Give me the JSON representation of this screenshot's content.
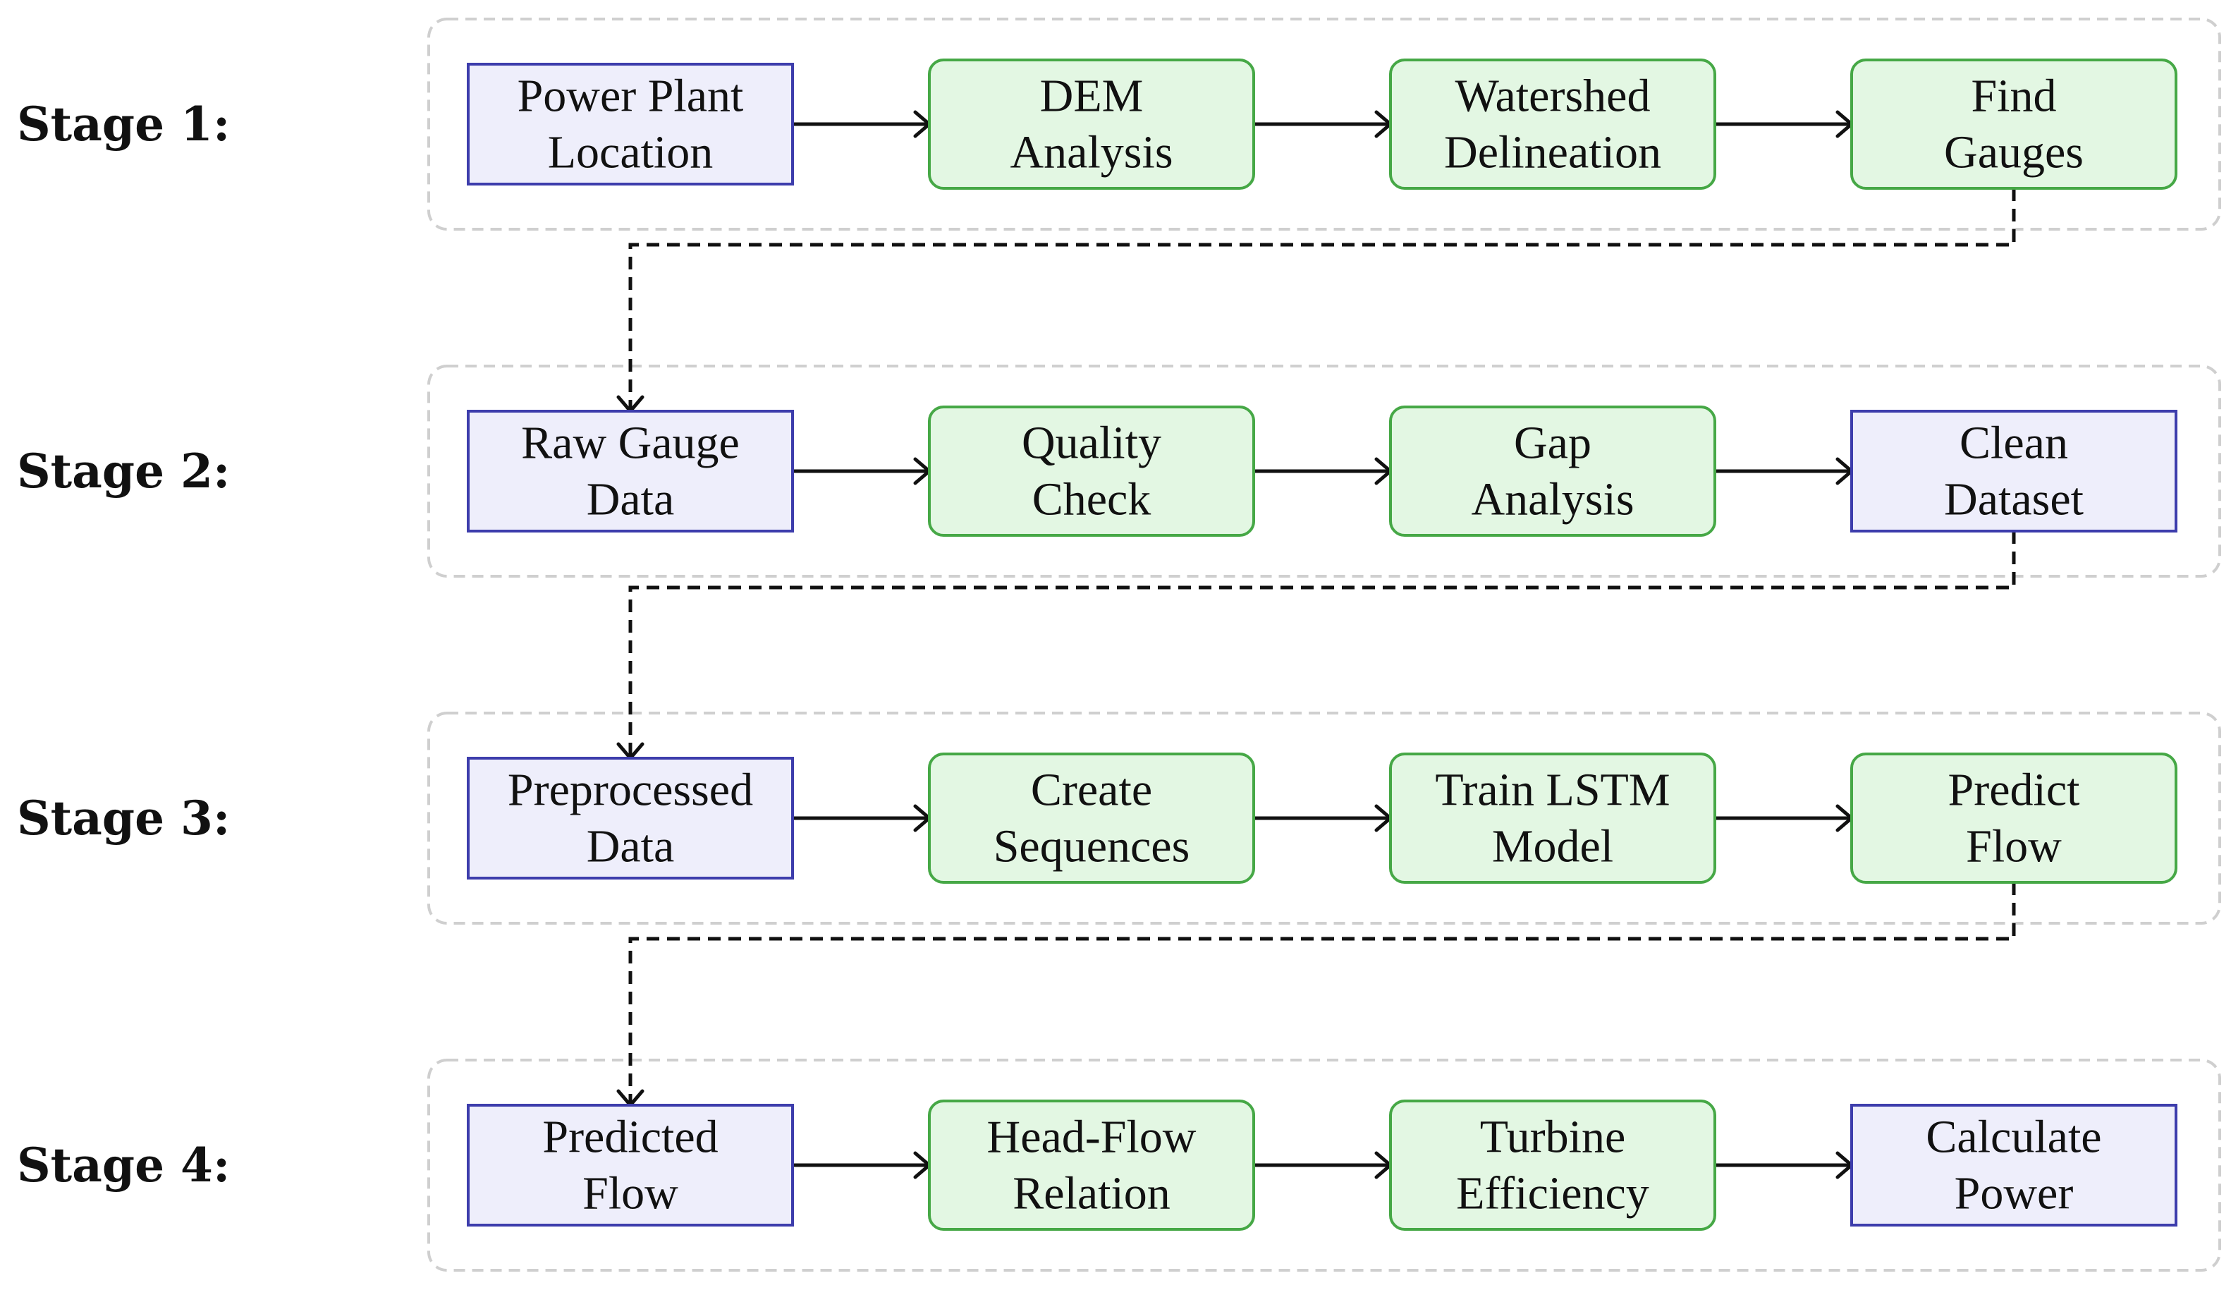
{
  "colors": {
    "process_fill": "#eeeefb",
    "process_stroke": "#3d3dac",
    "step_fill": "#e3f7e3",
    "step_stroke": "#46a846",
    "frame_stroke": "#cfcfcf",
    "arrow": "#111111"
  },
  "stages": [
    {
      "label": "Stage 1:",
      "nodes": [
        {
          "lines": [
            "Power Plant",
            "Location"
          ],
          "style": "blue"
        },
        {
          "lines": [
            "DEM",
            "Analysis"
          ],
          "style": "green"
        },
        {
          "lines": [
            "Watershed",
            "Delineation"
          ],
          "style": "green"
        },
        {
          "lines": [
            "Find",
            "Gauges"
          ],
          "style": "green"
        }
      ]
    },
    {
      "label": "Stage 2:",
      "nodes": [
        {
          "lines": [
            "Raw Gauge",
            "Data"
          ],
          "style": "blue"
        },
        {
          "lines": [
            "Quality",
            "Check"
          ],
          "style": "green"
        },
        {
          "lines": [
            "Gap",
            "Analysis"
          ],
          "style": "green"
        },
        {
          "lines": [
            "Clean",
            "Dataset"
          ],
          "style": "blue"
        }
      ]
    },
    {
      "label": "Stage 3:",
      "nodes": [
        {
          "lines": [
            "Preprocessed",
            "Data"
          ],
          "style": "blue"
        },
        {
          "lines": [
            "Create",
            "Sequences"
          ],
          "style": "green"
        },
        {
          "lines": [
            "Train LSTM",
            "Model"
          ],
          "style": "green"
        },
        {
          "lines": [
            "Predict",
            "Flow"
          ],
          "style": "green"
        }
      ]
    },
    {
      "label": "Stage 4:",
      "nodes": [
        {
          "lines": [
            "Predicted",
            "Flow"
          ],
          "style": "blue"
        },
        {
          "lines": [
            "Head-Flow",
            "Relation"
          ],
          "style": "green"
        },
        {
          "lines": [
            "Turbine",
            "Efficiency"
          ],
          "style": "green"
        },
        {
          "lines": [
            "Calculate",
            "Power"
          ],
          "style": "blue"
        }
      ]
    }
  ]
}
